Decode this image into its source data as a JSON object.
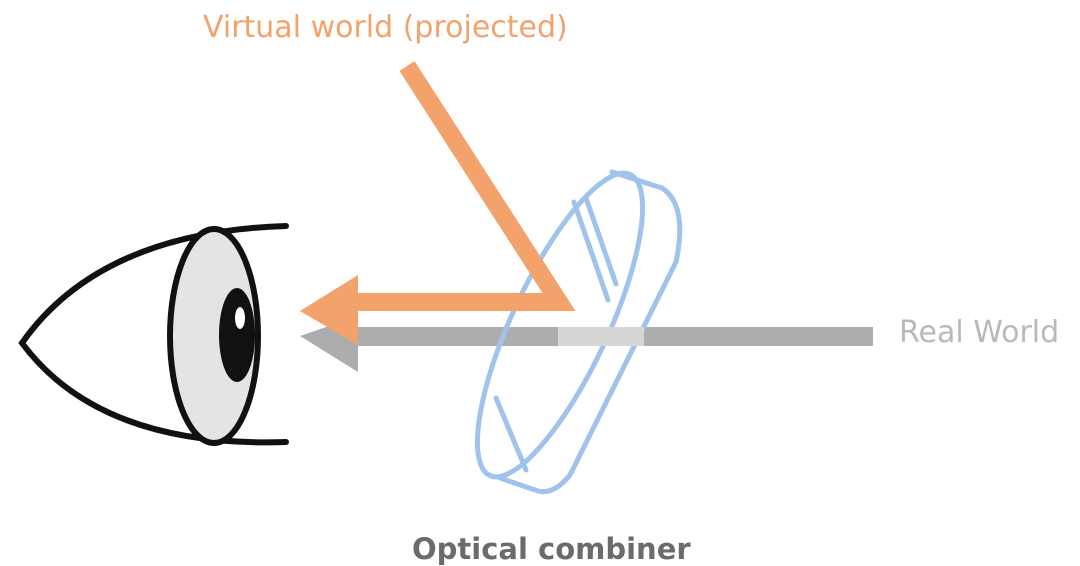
{
  "labels": {
    "virtual_world": "Virtual world (projected)",
    "real_world": "Real World",
    "optical_combiner": "Optical combiner"
  },
  "colors": {
    "virtual": "#f4a26b",
    "real": "#adadad",
    "real_light": "#d6d6d6",
    "combiner": "#9fc3ea",
    "eye_outline": "#111111",
    "iris": "#e4e4e6",
    "pupil": "#111111"
  },
  "icons": {
    "eye": "eye-icon",
    "combiner": "lens-disc-icon"
  }
}
